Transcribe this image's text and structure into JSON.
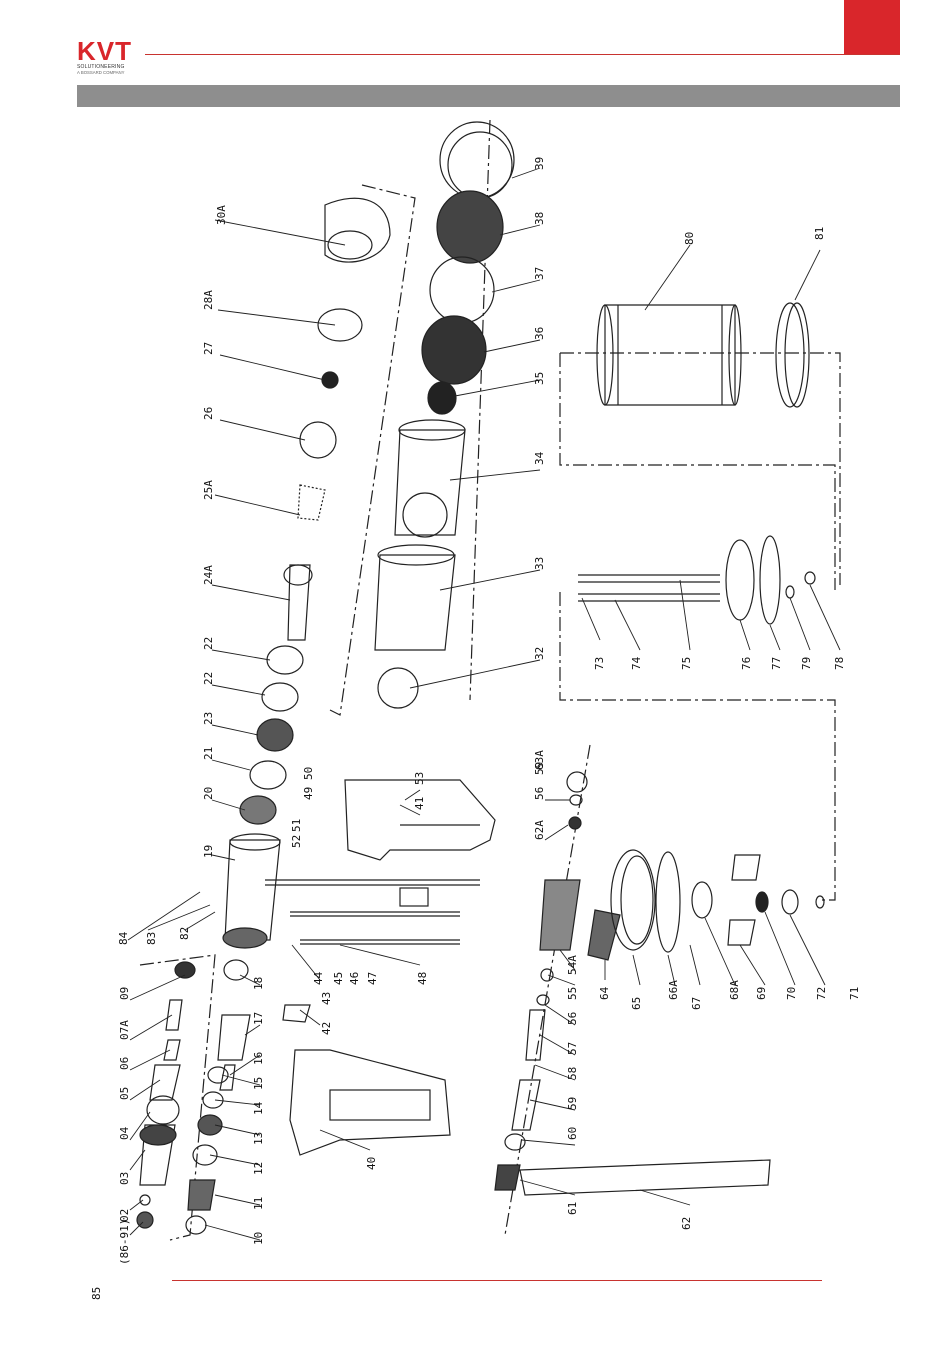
{
  "header": {
    "brand": "KVT",
    "brand_sub": "SOLUTIONEERING",
    "brand_sub2": "A BOSSARD COMPANY"
  },
  "colors": {
    "accent": "#d9262b",
    "band": "#8e8e8e",
    "line": "#222222"
  },
  "labels": [
    "(86-91)",
    "02",
    "03",
    "04",
    "05",
    "06",
    "07A",
    "09",
    "10",
    "11",
    "12",
    "13",
    "14",
    "15",
    "16",
    "17",
    "18",
    "19",
    "20",
    "21",
    "22",
    "22",
    "23",
    "24A",
    "25A",
    "26",
    "27",
    "28A",
    "30A",
    "32",
    "33",
    "34",
    "35",
    "36",
    "37",
    "38",
    "39",
    "40",
    "41",
    "42",
    "43",
    "44",
    "45",
    "46",
    "47",
    "48",
    "49",
    "50",
    "51",
    "52",
    "53",
    "54A",
    "55",
    "56",
    "56",
    "57",
    "58",
    "59",
    "59",
    "60",
    "61",
    "62",
    "62A",
    "63A",
    "64",
    "65",
    "66A",
    "67",
    "68A",
    "69",
    "70",
    "71",
    "72",
    "73",
    "74",
    "75",
    "76",
    "77",
    "78",
    "79",
    "80",
    "81",
    "82",
    "83",
    "84",
    "85"
  ]
}
